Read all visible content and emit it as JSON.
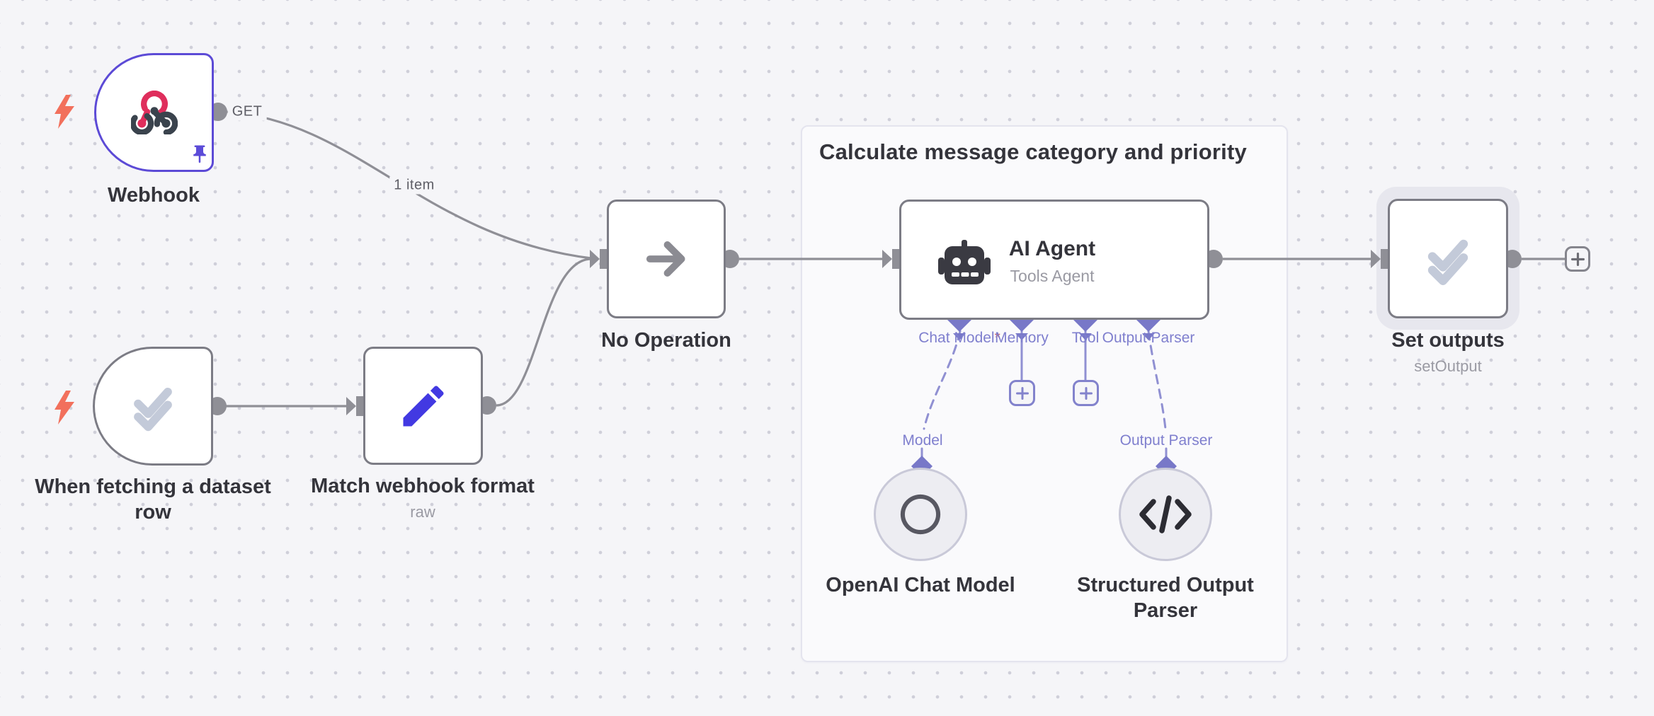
{
  "workflow": {
    "group": {
      "title": "Calculate message category and priority"
    },
    "nodes": {
      "webhook": {
        "title": "Webhook",
        "output_label": "GET"
      },
      "dataset_trigger": {
        "title": "When fetching a dataset row"
      },
      "match_format": {
        "title": "Match webhook format",
        "subtitle": "raw"
      },
      "no_operation": {
        "title": "No Operation"
      },
      "ai_agent": {
        "title": "AI Agent",
        "subtitle": "Tools Agent",
        "ports": {
          "chat_model": "Chat Model",
          "required_marker": "*",
          "memory": "Memory",
          "tool": "Tool",
          "output_parser": "Output Parser"
        }
      },
      "openai_chat_model": {
        "title": "OpenAI Chat Model",
        "connector_label": "Model"
      },
      "structured_output_parser": {
        "title": "Structured Output Parser",
        "connector_label": "Output Parser"
      },
      "set_outputs": {
        "title": "Set outputs",
        "subtitle": "setOutput"
      }
    },
    "edges": {
      "webhook_to_no_operation": {
        "label": "1 item"
      }
    },
    "colors": {
      "canvas": "#f5f5f8",
      "node_border": "#7c7c85",
      "selected_border": "#5c4ad6",
      "connection_gray": "#8f8f96",
      "port_purple": "#7878c8",
      "label_purple": "#7f7fce",
      "bolt_orange": "#f2705c",
      "webhook_pink": "#df2e5c",
      "icon_dark": "#3a434d",
      "pencil_blue": "#4239e2",
      "check_gray": "#c3cad9",
      "title_text": "#34343b",
      "subtitle_text": "#9a9aa3"
    }
  }
}
